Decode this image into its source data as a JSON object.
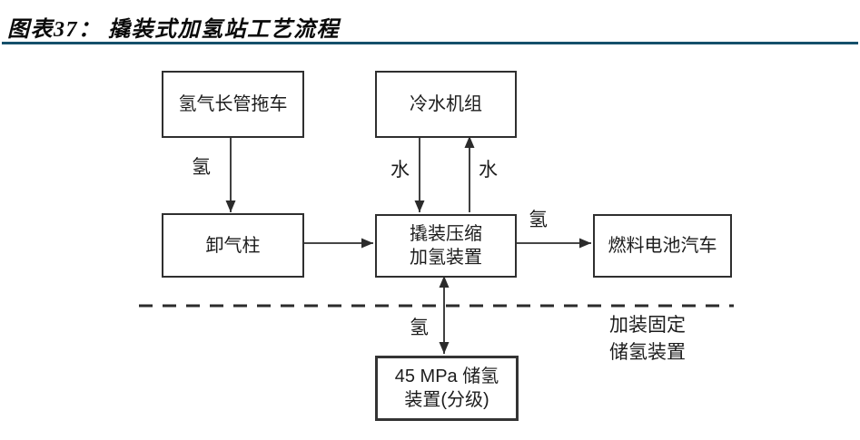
{
  "header": {
    "title": "图表37： 撬装式加氢站工艺流程"
  },
  "diagram": {
    "nodes": [
      {
        "id": "hydrogen-tube-trailer",
        "label": "氢气长管拖车"
      },
      {
        "id": "chilled-water-unit",
        "label": "冷水机组"
      },
      {
        "id": "gas-unloading-column",
        "label": "卸气柱"
      },
      {
        "id": "skid-compression-refueling-unit",
        "label": "撬装压缩\n加氢装置"
      },
      {
        "id": "fuel-cell-vehicle",
        "label": "燃料电池汽车"
      },
      {
        "id": "45mpa-hydrogen-storage",
        "label": "45 MPa 储氢\n装置(分级)"
      }
    ],
    "edge_labels": {
      "h2_trailer_to_unload": "氢",
      "water_supply": "水",
      "water_return": "水",
      "h2_to_vehicle": "氢",
      "h2_to_storage": "氢"
    },
    "annotation": "加装固定\n储氢装置"
  },
  "colors": {
    "title_rule": "#15506b",
    "line": "#2b2b2b",
    "text": "#1c1c1c"
  }
}
